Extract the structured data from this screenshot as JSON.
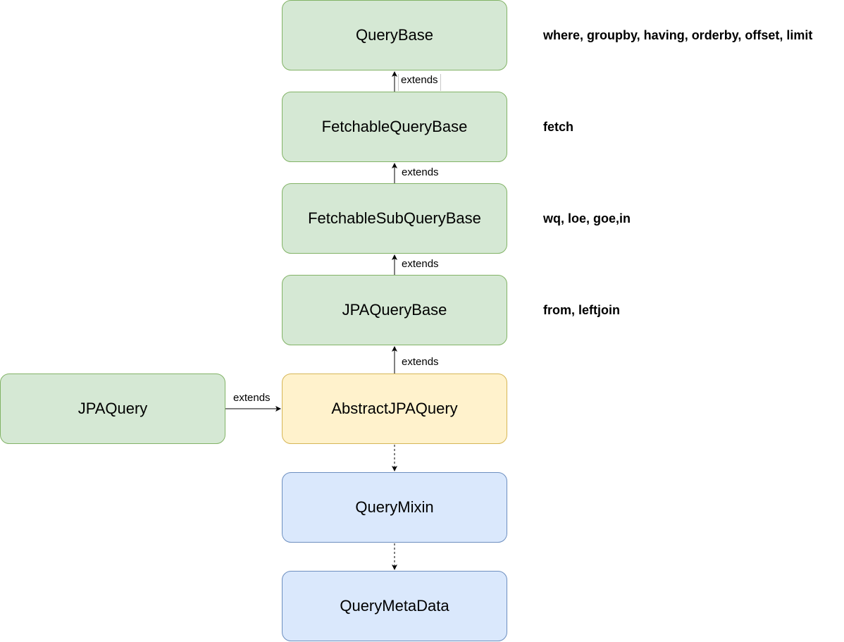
{
  "nodes": {
    "query_base": "QueryBase",
    "fetchable_query_base": "FetchableQueryBase",
    "fetchable_sub_query_base": "FetchableSubQueryBase",
    "jpa_query_base": "JPAQueryBase",
    "abstract_jpa_query": "AbstractJPAQuery",
    "jpa_query": "JPAQuery",
    "query_mixin": "QueryMixin",
    "query_meta_data": "QueryMetaData"
  },
  "edge_labels": {
    "fetchable_to_querybase": "extends",
    "subquery_to_fetchable": "extends",
    "jpabase_to_subquery": "extends",
    "abstract_to_jpabase": "extends",
    "jpaquery_to_abstract": "extends"
  },
  "notes": {
    "query_base": "where, groupby, having, orderby, offset, limit",
    "fetchable_query_base": "fetch",
    "fetchable_sub_query_base": "wq, loe, goe,in",
    "jpa_query_base": "from, leftjoin"
  },
  "colors": {
    "green_fill": "#d5e8d4",
    "green_stroke": "#82b366",
    "yellow_fill": "#fff2cc",
    "yellow_stroke": "#d6b656",
    "blue_fill": "#dae8fc",
    "blue_stroke": "#6c8ebf"
  }
}
